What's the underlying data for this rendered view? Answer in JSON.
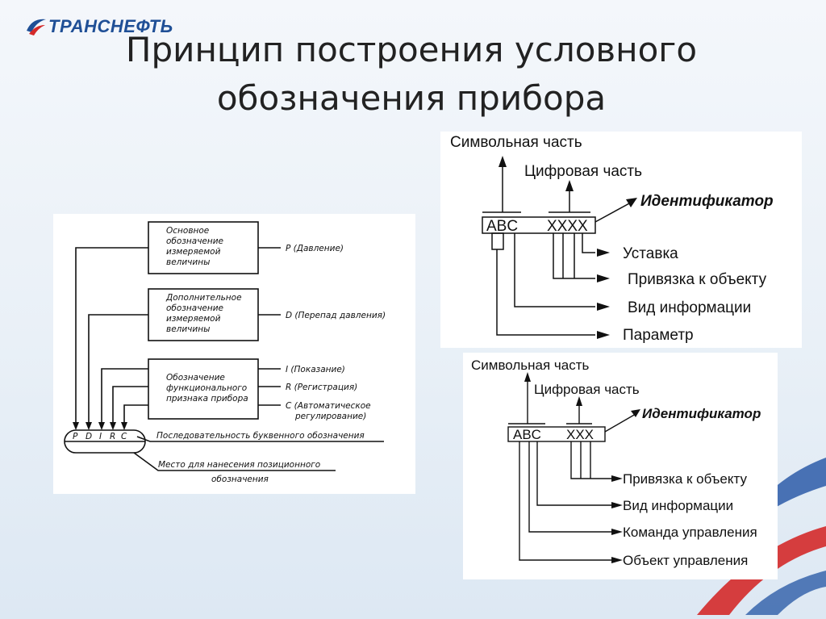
{
  "logo": {
    "text": "ТРАНСНЕФТЬ"
  },
  "title": {
    "line1": "Принцип построения условного",
    "line2": "обозначения прибора"
  },
  "left_diagram": {
    "boxes": [
      {
        "lines": [
          "Основное",
          "обозначение",
          "измеряемой",
          "величины"
        ]
      },
      {
        "lines": [
          "Дополнительное",
          "обозначение",
          "измеряемой",
          "величины"
        ]
      },
      {
        "lines": [
          "Обозначение",
          "функционального",
          "признака прибора"
        ]
      }
    ],
    "outputs": [
      "P (Давление)",
      "D (Перепад давления)",
      "I (Показание)",
      "R (Регистрация)",
      "C (Автоматическое",
      "регулирование)"
    ],
    "capsule_letters": [
      "P",
      "D",
      "I",
      "R",
      "C"
    ],
    "note1": "Последовательность буквенного обозначения",
    "note2_line1": "Место для нанесения позиционного",
    "note2_line2": "обозначения"
  },
  "right_top": {
    "symbolic": "Символьная часть",
    "digital": "Цифровая часть",
    "identifier": "Идентификатор",
    "code_letters": "ABC",
    "code_digits": "XXXX",
    "items": [
      "Уставка",
      "Привязка к объекту",
      "Вид информации",
      "Параметр"
    ]
  },
  "right_bottom": {
    "symbolic": "Символьная часть",
    "digital": "Цифровая часть",
    "identifier": "Идентификатор",
    "code_letters": "ABC",
    "code_digits": "XXX",
    "items": [
      "Привязка к объекту",
      "Вид информации",
      "Команда управления",
      "Объект управления"
    ]
  }
}
